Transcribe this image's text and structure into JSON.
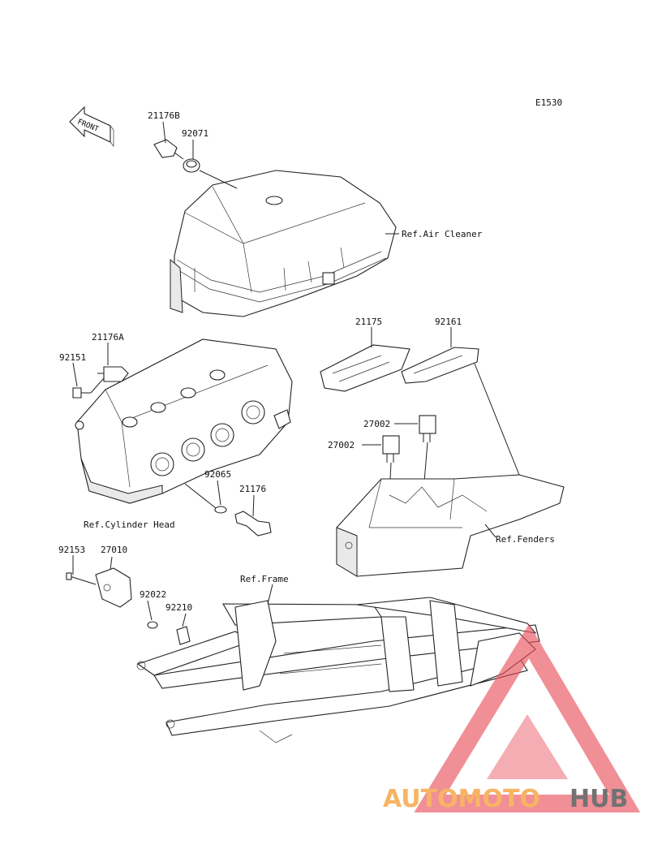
{
  "diagram_code": "E1530",
  "front_label": "FRONT",
  "part_numbers": [
    "21176B",
    "92071",
    "21175",
    "92161",
    "21176A",
    "92151",
    "27002",
    "27002",
    "92065",
    "21176",
    "92153",
    "27010",
    "92022",
    "92210"
  ],
  "references": {
    "air_cleaner": "Ref.Air Cleaner",
    "cylinder_head": "Ref.Cylinder Head",
    "fenders": "Ref.Fenders",
    "frame": "Ref.Frame"
  },
  "watermark": {
    "text_part1": "AUTOMOTO",
    "text_part2": "HUB",
    "colors": {
      "orange": "#f6a84a",
      "red": "#e8505b",
      "gray": "#5a5a5a"
    }
  }
}
